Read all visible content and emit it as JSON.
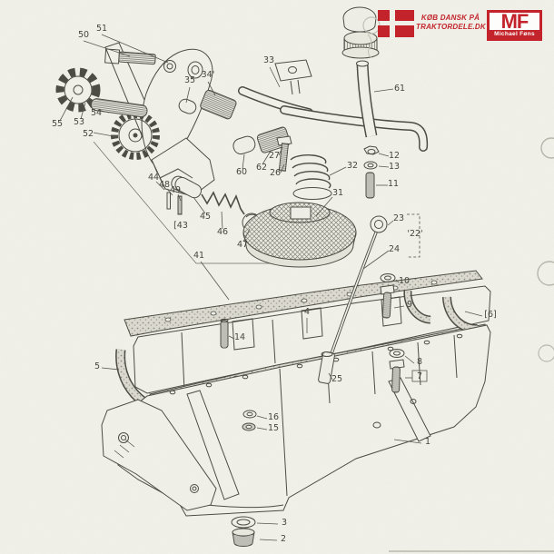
{
  "branding": {
    "tagline_line1": "KØB DANSK PÅ",
    "tagline_line2": "TRAKTORDELE.DK",
    "logo_initials": "MF",
    "logo_name": "Michael Føns",
    "brand_red": "#c3242b"
  },
  "colors": {
    "paper": "#f1f1ea",
    "ink": "#4a4a42"
  },
  "diagram": {
    "labels": [
      {
        "num": "50"
      },
      {
        "num": "51"
      },
      {
        "num": "55"
      },
      {
        "num": "53"
      },
      {
        "num": "54"
      },
      {
        "num": "52"
      },
      {
        "num": "35"
      },
      {
        "num": "34'"
      },
      {
        "num": "33"
      },
      {
        "num": "61"
      },
      {
        "num": "44"
      },
      {
        "num": "48"
      },
      {
        "num": "49"
      },
      {
        "num": "[43"
      },
      {
        "num": "45"
      },
      {
        "num": "46"
      },
      {
        "num": "47"
      },
      {
        "num": "60"
      },
      {
        "num": "62"
      },
      {
        "num": "27"
      },
      {
        "num": "26"
      },
      {
        "num": "32"
      },
      {
        "num": "31"
      },
      {
        "num": "12"
      },
      {
        "num": "13"
      },
      {
        "num": "11"
      },
      {
        "num": "23"
      },
      {
        "num": "'22'"
      },
      {
        "num": "24"
      },
      {
        "num": "41"
      },
      {
        "num": "14"
      },
      {
        "num": "4"
      },
      {
        "num": "25"
      },
      {
        "num": "10"
      },
      {
        "num": "9"
      },
      {
        "num": "[6]"
      },
      {
        "num": "8"
      },
      {
        "num": "7"
      },
      {
        "num": "5"
      },
      {
        "num": "16"
      },
      {
        "num": "15"
      },
      {
        "num": "3"
      },
      {
        "num": "2"
      },
      {
        "num": "1"
      }
    ]
  }
}
